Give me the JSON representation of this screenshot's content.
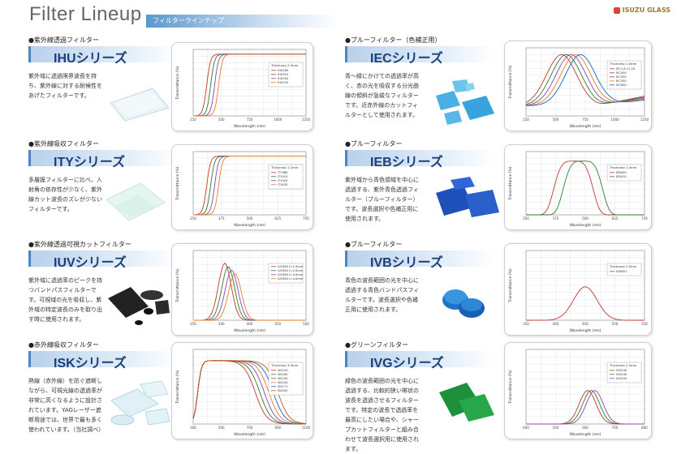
{
  "header": {
    "title": "Filter Lineup",
    "subtitle": "フィルターラインナップ",
    "logo": "ISUZU GLASS"
  },
  "cards": [
    {
      "category": "●紫外線透過フィルター",
      "series": "IHUシリーズ",
      "desc": "紫外域に透過限界波長を持ち、紫外線に対する耐候性をあげたフィルターです。",
      "icon": "clear-glass-plate",
      "chart": {
        "thickness": "Thickness 2.5mm",
        "legend": [
          "IHU280",
          "IHU310",
          "IHU340",
          "IHU370"
        ],
        "xlabel": "Wavelength (nm)",
        "ylabel": "Transmittance (%)",
        "xticks": [
          "250",
          "500",
          "750",
          "1000",
          "1250"
        ]
      }
    },
    {
      "category": "●ブルーフィルター（色補正用）",
      "series": "IECシリーズ",
      "desc": "青〜緑にかけての透過率が高く、赤の光を吸収する分光曲線の傾斜が急峻なフィルターです。近赤外線のカットフィルターとして使用されます。",
      "icon": "blue-glass-pieces",
      "chart": {
        "thickness": "Thickness 1.0mm",
        "legend": [
          "IEC1,6,11,16",
          "IEC400",
          "IEC500",
          "IEC550",
          "IEC600"
        ],
        "xlabel": "Wavelength (nm)",
        "ylabel": "Transmittance (%)",
        "xticks": [
          "250",
          "500",
          "750",
          "1000",
          "1250"
        ]
      }
    },
    {
      "category": "●紫外線吸収フィルター",
      "series": "ITYシリーズ",
      "desc": "多層膜フィルターに比べ、入射角の依存性が少なく、紫外線カット波長のズレが少ないフィルターです。",
      "icon": "pale-green-glass",
      "chart": {
        "thickness": "Thickness 1.1mm",
        "legend": [
          "ITY380",
          "ITY410",
          "ITY420",
          "ITY435"
        ],
        "xlabel": "Wavelength (nm)",
        "ylabel": "Transmittance (%)",
        "xticks": [
          "250",
          "375",
          "500",
          "625",
          "750"
        ]
      }
    },
    {
      "category": "●ブルーフィルター",
      "series": "IEBシリーズ",
      "desc": "紫外域から青色領域を中心に透過する、紫外青色透過フィルター（ブルーフィルター）です。波長選択や色補正用に使用されます。",
      "icon": "blue-square-glass",
      "chart": {
        "thickness": "Thickness 1.0mm",
        "legend": [
          "IEB400",
          "IEB410"
        ],
        "xlabel": "Wavelength (nm)",
        "ylabel": "Transmittance (%)",
        "xticks": [
          "250",
          "375",
          "500",
          "625",
          "750"
        ]
      }
    },
    {
      "category": "●紫外線透過可視カットフィルター",
      "series": "IUVシリーズ",
      "desc": "紫外域に透過率のピークを持つバンドパスフィルターです。可視域の光を吸収し、紫外域の特定波長のみを取り出す時に使用されます。",
      "icon": "black-glass-disks",
      "chart": {
        "thickness": "",
        "legend": [
          "IUV360 t=1.0mm",
          "IUV360 t=2.0mm",
          "IUV360 t=3.0mm",
          "IUV360 t=4.0mm"
        ],
        "xlabel": "Wavelength (nm)",
        "ylabel": "Transmittance (%)",
        "xticks": [
          "250",
          "300",
          "400",
          "450",
          "500"
        ]
      }
    },
    {
      "category": "●ブルーフィルター",
      "series": "IVBシリーズ",
      "desc": "青色の波長範囲の光を中心に透過する青色バンドパスフィルターです。波長選択や色補正用に使用されます。",
      "icon": "blue-lens",
      "chart": {
        "thickness": "Thickness 2.5mm",
        "legend": [
          "IVB450"
        ],
        "xlabel": "Wavelength (nm)",
        "ylabel": "Transmittance (%)",
        "xticks": [
          "350",
          "400",
          "450",
          "500",
          "550"
        ]
      }
    },
    {
      "category": "●赤外線吸収フィルター",
      "series": "ISKシリーズ",
      "desc": "熱線（赤外線）を防ぐ遮断しながら、可視光線の透過率が非常に高くなるように設計されています。YAGレーザー遮断用途では、世界で最も多く使われています。（当社調べ）",
      "icon": "light-blue-glass-pieces",
      "chart": {
        "thickness": "Thickness 3.0mm",
        "legend": [
          "ISK150",
          "ISK160",
          "ISK130",
          "ISK140",
          "ISK171",
          "ISK200"
        ],
        "xlabel": "Wavelength (nm)",
        "ylabel": "Transmittance (%)",
        "xticks": [
          "300",
          "500",
          "700",
          "900",
          "1100"
        ]
      }
    },
    {
      "category": "●グリーンフィルター",
      "series": "IVGシリーズ",
      "desc": "緑色の波長範囲の光を中心に透過する、比較的狭い帯状の波長を透過させるフィルターです。特定の波長で透過率を最高にしたい場合や、シャープカットフィルターと組み合わせて波長選択用に使用されます。",
      "icon": "green-glass",
      "chart": {
        "thickness": "Thickness 2.0mm",
        "legend": [
          "IVG530",
          "IVG540",
          "IVG550"
        ],
        "xlabel": "Wavelength (nm)",
        "ylabel": "Transmittance (%)",
        "xticks": [
          "400",
          "500",
          "600",
          "700",
          "800"
        ]
      }
    }
  ]
}
